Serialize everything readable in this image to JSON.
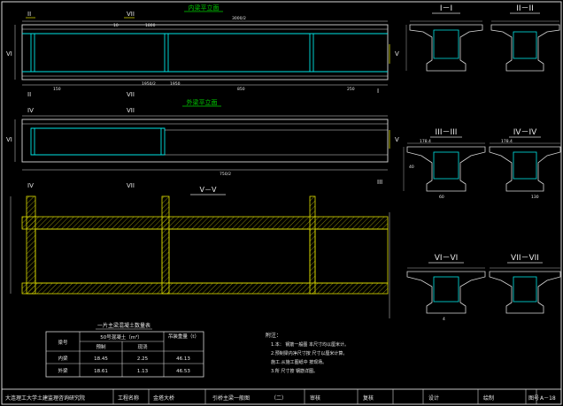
{
  "views": {
    "inner_beam_plan": "内梁平立面",
    "outer_beam_plan": "外梁平立面",
    "section_VV": "V－V",
    "section_I": "I－I",
    "section_II": "II－II",
    "section_III": "III－III",
    "section_IV": "IV－IV",
    "section_VI": "VI－VI",
    "section_VII": "VII－VII"
  },
  "inner_marks": {
    "top_left": "II",
    "top_vii": "VII",
    "left_vi": "VI",
    "right_v": "V",
    "bot_left": "II",
    "bot_vii": "VII",
    "bot_right": "I"
  },
  "outer_marks": {
    "top_left": "IV",
    "top_vii": "VII",
    "left_vi": "VI",
    "right_v": "V",
    "bot_left": "IV",
    "bot_vii": "VII",
    "bot_right": "III"
  },
  "dims": {
    "inner_top_a": "3000/2",
    "inner_top_b": "10",
    "inner_top_c": "1800",
    "inner_bot_a": "150",
    "inner_bot_b": "1950/2",
    "inner_bot_c": "1950",
    "inner_bot_d": "850",
    "inner_bot_e": "250",
    "outer_bot": "750/2",
    "sec_a": "178.4",
    "sec_b": "40",
    "sec_c": "60",
    "sec_d": "130",
    "sec_e": "4"
  },
  "quantity_table": {
    "title": "一片主梁混凝土数量表",
    "header_label": "梁号",
    "concrete_header": "50号混凝土（m³）",
    "sub_headers": [
      "预制",
      "现浇"
    ],
    "weight_header": "吊装重量（t）",
    "rows": [
      {
        "label": "内梁",
        "values": [
          "18.45",
          "2.25",
          "46.13"
        ]
      },
      {
        "label": "外梁",
        "values": [
          "18.61",
          "1.13",
          "46.53"
        ]
      }
    ]
  },
  "notes": {
    "title": "附注：",
    "lines": [
      "1.本：   钢筋一般图       本尺寸均以厘米计。",
      "2.预制梁内净尺寸按 尺寸以厘米计算。",
      "   施工.从施工图纸中 按现场。",
      "3.所 尺寸按 钢筋详图。"
    ]
  },
  "title_block": {
    "institute": "大连理工大学土建监理咨询研究院",
    "project_label": "工程名称",
    "project": "金塔大桥",
    "drawing_title": "引桥主梁一般图",
    "part": "（二）",
    "review": "审核",
    "check": "复核",
    "design": "设计",
    "draw": "绘制",
    "sheet_label": "图号",
    "sheet": "A－18"
  }
}
